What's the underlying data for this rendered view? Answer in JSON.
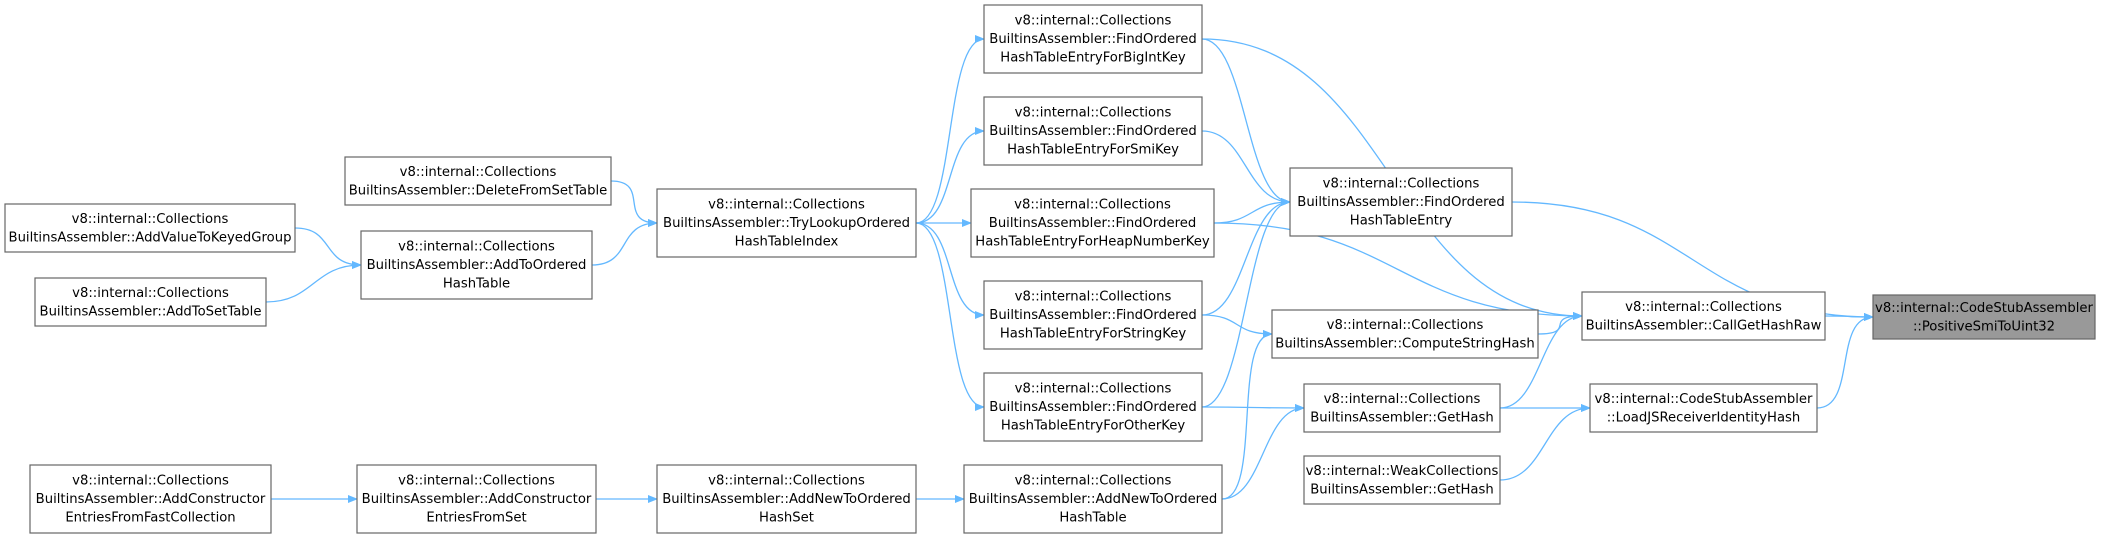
{
  "title": "",
  "colors": {
    "edge": "#63b8ff",
    "node_border": "#666666",
    "root_fill": "#999999",
    "node_fill": "#ffffff"
  },
  "nodes": [
    {
      "id": "root",
      "lines": [
        "v8::internal::CodeStubAssembler",
        "::PositiveSmiToUint32"
      ],
      "root": true
    },
    {
      "id": "callgethashraw",
      "lines": [
        "v8::internal::Collections",
        "BuiltinsAssembler::CallGetHashRaw"
      ]
    },
    {
      "id": "loadjsreceiver",
      "lines": [
        "v8::internal::CodeStubAssembler",
        "::LoadJSReceiverIdentityHash"
      ]
    },
    {
      "id": "findorderedhte",
      "lines": [
        "v8::internal::Collections",
        "BuiltinsAssembler::FindOrdered",
        "HashTableEntry"
      ]
    },
    {
      "id": "computestringhash",
      "lines": [
        "v8::internal::Collections",
        "BuiltinsAssembler::ComputeStringHash"
      ]
    },
    {
      "id": "gethash",
      "lines": [
        "v8::internal::Collections",
        "BuiltinsAssembler::GetHash"
      ]
    },
    {
      "id": "weakgethash",
      "lines": [
        "v8::internal::WeakCollections",
        "BuiltinsAssembler::GetHash"
      ]
    },
    {
      "id": "bigint",
      "lines": [
        "v8::internal::Collections",
        "BuiltinsAssembler::FindOrdered",
        "HashTableEntryForBigIntKey"
      ]
    },
    {
      "id": "smikey",
      "lines": [
        "v8::internal::Collections",
        "BuiltinsAssembler::FindOrdered",
        "HashTableEntryForSmiKey"
      ]
    },
    {
      "id": "heapnum",
      "lines": [
        "v8::internal::Collections",
        "BuiltinsAssembler::FindOrdered",
        "HashTableEntryForHeapNumberKey"
      ]
    },
    {
      "id": "stringkey",
      "lines": [
        "v8::internal::Collections",
        "BuiltinsAssembler::FindOrdered",
        "HashTableEntryForStringKey"
      ]
    },
    {
      "id": "otherkey",
      "lines": [
        "v8::internal::Collections",
        "BuiltinsAssembler::FindOrdered",
        "HashTableEntryForOtherKey"
      ]
    },
    {
      "id": "addnewtoorderedht",
      "lines": [
        "v8::internal::Collections",
        "BuiltinsAssembler::AddNewToOrdered",
        "HashTable"
      ]
    },
    {
      "id": "trylookup",
      "lines": [
        "v8::internal::Collections",
        "BuiltinsAssembler::TryLookupOrdered",
        "HashTableIndex"
      ]
    },
    {
      "id": "addnewtoorderedhs",
      "lines": [
        "v8::internal::Collections",
        "BuiltinsAssembler::AddNewToOrdered",
        "HashSet"
      ]
    },
    {
      "id": "deletefromset",
      "lines": [
        "v8::internal::Collections",
        "BuiltinsAssembler::DeleteFromSetTable"
      ]
    },
    {
      "id": "addtoorderedht",
      "lines": [
        "v8::internal::Collections",
        "BuiltinsAssembler::AddToOrdered",
        "HashTable"
      ]
    },
    {
      "id": "addconstructorset",
      "lines": [
        "v8::internal::Collections",
        "BuiltinsAssembler::AddConstructor",
        "EntriesFromSet"
      ]
    },
    {
      "id": "addvaluetokeyed",
      "lines": [
        "v8::internal::Collections",
        "BuiltinsAssembler::AddValueToKeyedGroup"
      ]
    },
    {
      "id": "addtosettable",
      "lines": [
        "v8::internal::Collections",
        "BuiltinsAssembler::AddToSetTable"
      ]
    },
    {
      "id": "addconstructorfast",
      "lines": [
        "v8::internal::Collections",
        "BuiltinsAssembler::AddConstructor",
        "EntriesFromFastCollection"
      ]
    }
  ],
  "edges": [
    {
      "from": "callgethashraw",
      "to": "root"
    },
    {
      "from": "loadjsreceiver",
      "to": "root"
    },
    {
      "from": "findorderedhte",
      "to": "root"
    },
    {
      "from": "computestringhash",
      "to": "callgethashraw"
    },
    {
      "from": "gethash",
      "to": "callgethashraw"
    },
    {
      "from": "heapnum",
      "to": "callgethashraw"
    },
    {
      "from": "bigint",
      "to": "callgethashraw"
    },
    {
      "from": "gethash",
      "to": "loadjsreceiver"
    },
    {
      "from": "weakgethash",
      "to": "loadjsreceiver"
    },
    {
      "from": "bigint",
      "to": "findorderedhte"
    },
    {
      "from": "smikey",
      "to": "findorderedhte"
    },
    {
      "from": "heapnum",
      "to": "findorderedhte"
    },
    {
      "from": "stringkey",
      "to": "findorderedhte"
    },
    {
      "from": "otherkey",
      "to": "findorderedhte"
    },
    {
      "from": "stringkey",
      "to": "computestringhash"
    },
    {
      "from": "addnewtoorderedht",
      "to": "computestringhash"
    },
    {
      "from": "otherkey",
      "to": "gethash"
    },
    {
      "from": "addnewtoorderedht",
      "to": "gethash"
    },
    {
      "from": "trylookup",
      "to": "bigint"
    },
    {
      "from": "trylookup",
      "to": "smikey"
    },
    {
      "from": "trylookup",
      "to": "heapnum"
    },
    {
      "from": "trylookup",
      "to": "stringkey"
    },
    {
      "from": "trylookup",
      "to": "otherkey"
    },
    {
      "from": "deletefromset",
      "to": "trylookup"
    },
    {
      "from": "addtoorderedht",
      "to": "trylookup"
    },
    {
      "from": "addvaluetokeyed",
      "to": "addtoorderedht"
    },
    {
      "from": "addtosettable",
      "to": "addtoorderedht"
    },
    {
      "from": "addnewtoorderedhs",
      "to": "addnewtoorderedht"
    },
    {
      "from": "addconstructorset",
      "to": "addnewtoorderedhs"
    },
    {
      "from": "addconstructorfast",
      "to": "addconstructorset"
    }
  ]
}
